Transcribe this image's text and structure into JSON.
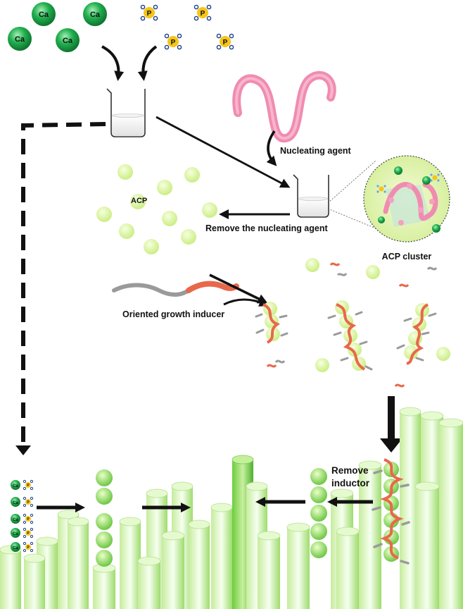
{
  "labels": {
    "ca": "Ca",
    "p": "P",
    "nucleating_agent": "Nucleating agent",
    "acp": "ACP",
    "remove_nucleating_agent": "Remove the nucleating agent",
    "acp_cluster": "ACP cluster",
    "oriented_growth_inducer": "Oriented growth inducer",
    "remove": "Remove",
    "inductor": "inductor"
  },
  "colors": {
    "calcium": "#1aa84a",
    "phosphate": "#f5c518",
    "acp_particle": "#d6f59a",
    "nucleating_agent": "#f08cb0",
    "inducer_gray": "#9a9a9a",
    "inducer_red": "#e8684a",
    "enamel_rod": "#a8e07a",
    "arrow": "#111111"
  }
}
